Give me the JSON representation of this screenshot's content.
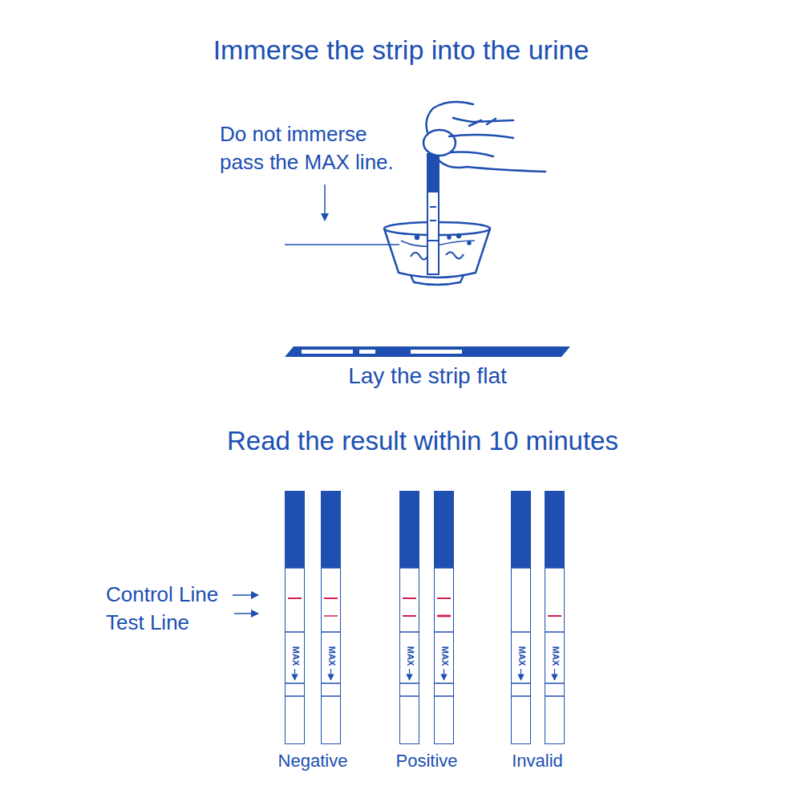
{
  "diagram": {
    "nodes": [
      {
        "text": [
          "MAX"
        ]
      },
      {
        "text": [
          "MAX"
        ]
      },
      {
        "text": [
          "MAX"
        ]
      },
      {
        "text": [
          "MAX"
        ]
      },
      {
        "text": [
          "MAX"
        ]
      },
      {
        "text": [
          "MAX"
        ]
      }
    ],
    "labels": [
      "Immerse the strip into the urine",
      "Do not immerse pass the MAX line.",
      "Lay the strip flat",
      "Read the result within 10 minutes",
      "Control Line",
      "Test Line",
      "Negative",
      "Positive",
      "Invalid"
    ]
  }
}
